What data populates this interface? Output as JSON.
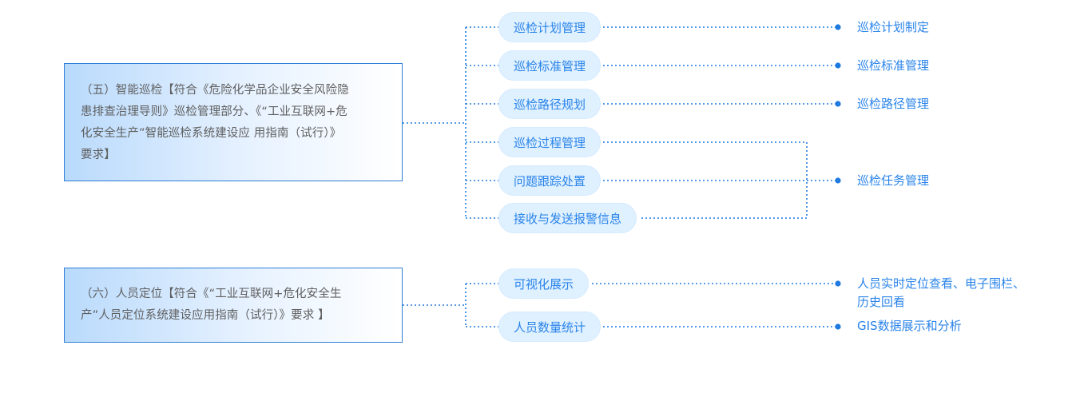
{
  "colors": {
    "accent": "#2a84ea",
    "box_border": "#2f7fd6",
    "pill_fill": "#dff0ff",
    "connector": "#1f7ae0",
    "box_text": "#5f5f5f"
  },
  "sections": [
    {
      "title_lines": [
        "（五）智能巡检【符合《危险化学品企业安全风险隐",
        "患排查治理导则》巡检管理部分、《“工业互联网+危",
        "化安全生产”智能巡检系统建设应 用指南（试行）》",
        "要求】"
      ],
      "nodes": [
        "巡检计划管理",
        "巡检标准管理",
        "巡检路径规划",
        "巡检过程管理",
        "问题跟踪处置",
        "接收与发送报警信息"
      ],
      "outputs": [
        "巡检计划制定",
        "巡检标准管理",
        "巡检路径管理",
        "巡检任务管理"
      ]
    },
    {
      "title_lines": [
        "（六）人员定位【符合《“工业互联网+危化安全生",
        "产”人员定位系统建设应用指南（试行）》要求 】"
      ],
      "nodes": [
        "可视化展示",
        "人员数量统计"
      ],
      "outputs": [
        "人员实时定位查看、电子围栏、",
        "历史回看",
        "GIS数据展示和分析"
      ]
    }
  ]
}
